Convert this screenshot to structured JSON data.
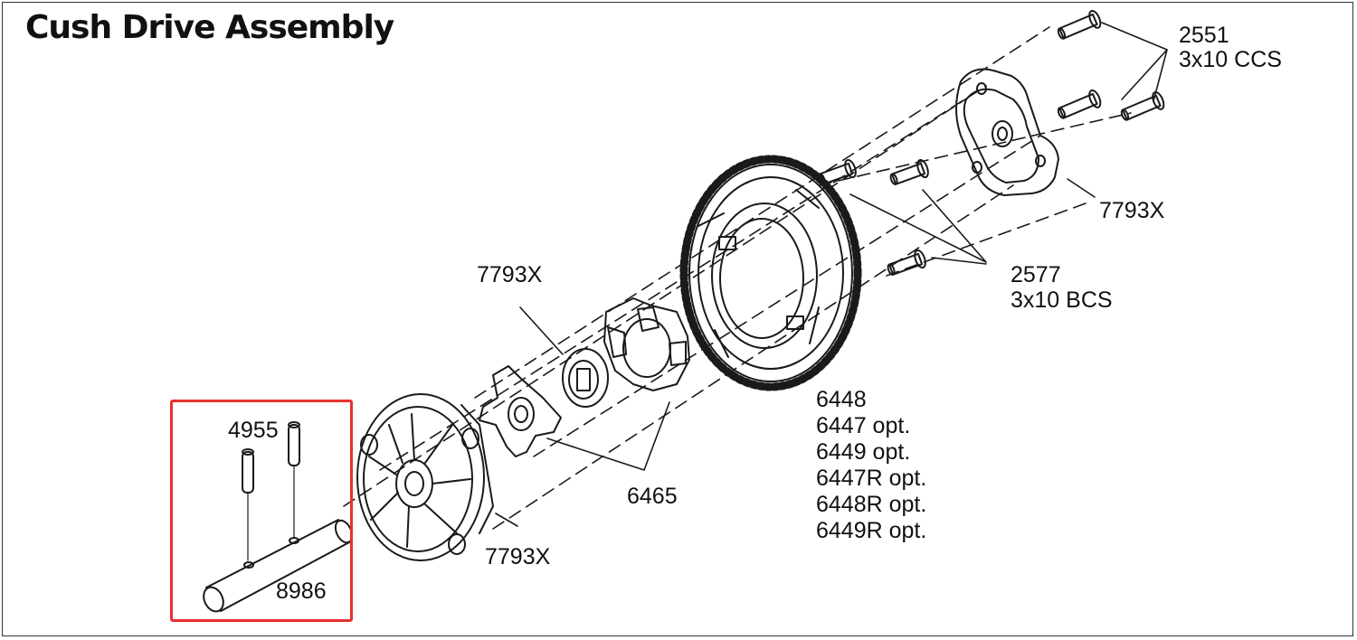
{
  "title": "Cush Drive Assembly",
  "labels": {
    "screws_ccs_part": "2551",
    "screws_ccs_size": "3x10 CCS",
    "plate_right": "7793X",
    "screws_bcs_part": "2577",
    "screws_bcs_size": "3x10 BCS",
    "ring_upper": "7793X",
    "spur_gear_lines": [
      "6448",
      "6447 opt.",
      "6449 opt.",
      "6447R opt.",
      "6448R opt.",
      "6449R opt."
    ],
    "cush_parts": "6465",
    "hub_lower": "7793X",
    "pins": "4955",
    "shaft": "8986"
  },
  "colors": {
    "highlight_border": "#e8312f",
    "line": "#1a1a1a"
  }
}
